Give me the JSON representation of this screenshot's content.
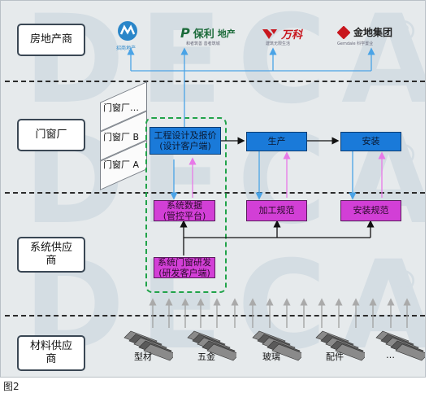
{
  "watermark": {
    "text": "DECA",
    "reg": "®"
  },
  "lanes": [
    "房地产商",
    "门窗厂",
    "系统供应\n商",
    "材料供应\n商"
  ],
  "developers": [
    {
      "name": "招商地产",
      "logo_text": "",
      "color": "#2a86c9"
    },
    {
      "name": "保利地产",
      "logo_text": "保利",
      "logo_suffix": "地产",
      "sub": "和者筑善  善者筑城",
      "color": "#1c6b3a"
    },
    {
      "name": "万科",
      "logo_text": "万科",
      "sub": "建筑无限生活",
      "color": "#c8171e"
    },
    {
      "name": "金地集团",
      "logo_text": "金地集团",
      "sub": "Gemdale 科学置业",
      "color": "#c8171e"
    }
  ],
  "factories": [
    "门窗厂…",
    "门窗厂 B",
    "门窗厂 A"
  ],
  "process": {
    "design": "工程设计及报价\n(设计客户端)",
    "production": "生产",
    "install": "安装"
  },
  "system": {
    "data": "系统数据\n(管控平台)",
    "process_spec": "加工规范",
    "install_spec": "安装规范",
    "rd": "系统门窗研发\n(研发客户端)"
  },
  "materials": [
    "型材",
    "五金",
    "玻璃",
    "配件",
    "…"
  ],
  "caption": "图2",
  "colors": {
    "blue": "#1a7ad9",
    "magenta": "#d23fd6",
    "green_dash": "#21a34a",
    "light_blue_arrow": "#4aa3e6",
    "pink_arrow": "#e879e8"
  }
}
